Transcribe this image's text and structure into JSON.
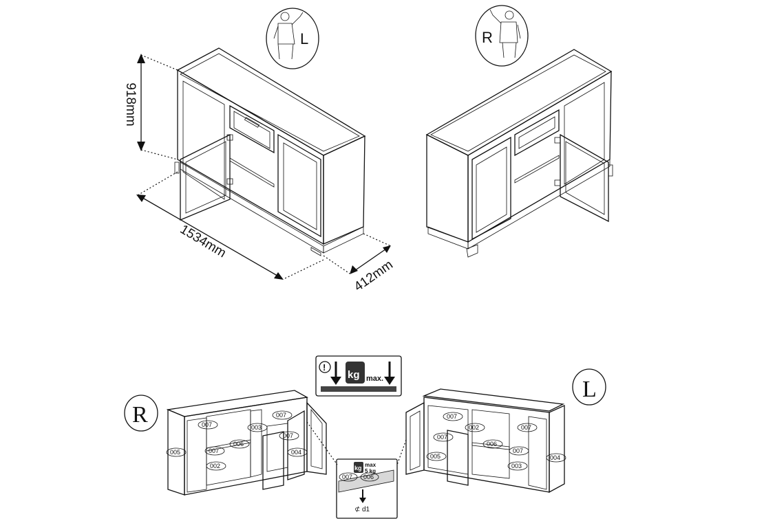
{
  "dimensions": {
    "height": "918mm",
    "width": "1534mm",
    "depth": "412mm"
  },
  "hand_labels": {
    "top_left": "L",
    "top_right": "R",
    "bottom_left": "R",
    "bottom_right": "L"
  },
  "load_sign": {
    "warning": "!",
    "unit": "kg",
    "max": "max."
  },
  "shelf_detail": {
    "unit": "kg",
    "max_line1": "max",
    "max_line2": "5 kg",
    "part_a": "007",
    "part_b": "006",
    "pin_label": "d1"
  },
  "parts_left_view": [
    "007",
    "007",
    "003",
    "005",
    "006",
    "007",
    "007",
    "002",
    "004"
  ],
  "parts_right_view": [
    "007",
    "007",
    "002",
    "006",
    "007",
    "005",
    "007",
    "003",
    "004"
  ]
}
